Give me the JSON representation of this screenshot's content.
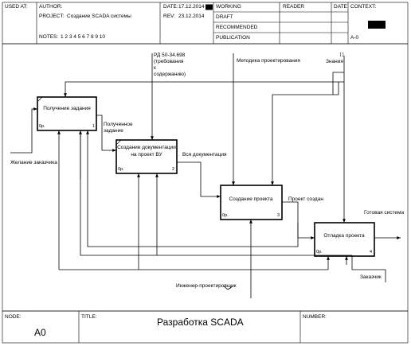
{
  "header": {
    "used_at_label": "USED AT:",
    "author_label": "AUTHOR:",
    "project_label": "PROJECT:",
    "project_value": "Создание SCADA системы",
    "date_label": "DATE:",
    "date_value": "17.12.2014",
    "rev_label": "REV:",
    "rev_value": "23.12.2014",
    "notes_label": "NOTES:",
    "notes_values": "1  2  3  4  5  6  7  8  9  10",
    "status_working": "WORKING",
    "status_draft": "DRAFT",
    "status_recommended": "RECOMMENDED",
    "status_publication": "PUBLICATION",
    "reader_label": "READER",
    "reader_date_label": "DATE",
    "context_label": "CONTEXT:",
    "context_node": "A-0"
  },
  "boxes": [
    {
      "title": "Получение задания",
      "cost": "0р.",
      "num": "1"
    },
    {
      "title_line1": "Создание документации",
      "title_line2": "на проект ВУ",
      "cost": "0р.",
      "num": "2"
    },
    {
      "title": "Создание проекта",
      "cost": "0р.",
      "num": "3"
    },
    {
      "title": "Отладка проекта",
      "cost": "0р.",
      "num": "4"
    }
  ],
  "arrows": {
    "rd_line1": "РД 50-34.698",
    "rd_line2": "(требования",
    "rd_line3": "к",
    "rd_line4": "содержанию)",
    "method": "Методика проектирования",
    "knowledge": "Знания",
    "received_line1": "Полученное",
    "received_line2": "задание",
    "customer_wish": "Желание заказчика",
    "all_docs": "Вся документация",
    "project_created": "Проект создан",
    "finished_system": "Готовая система",
    "customer": "Заказчик",
    "engineer": "Инженер-проектировщик"
  },
  "footer": {
    "node_label": "NODE:",
    "node_value": "A0",
    "title_label": "TITLE:",
    "title_value": "Разработка  SCADA",
    "number_label": "NUMBER:"
  }
}
